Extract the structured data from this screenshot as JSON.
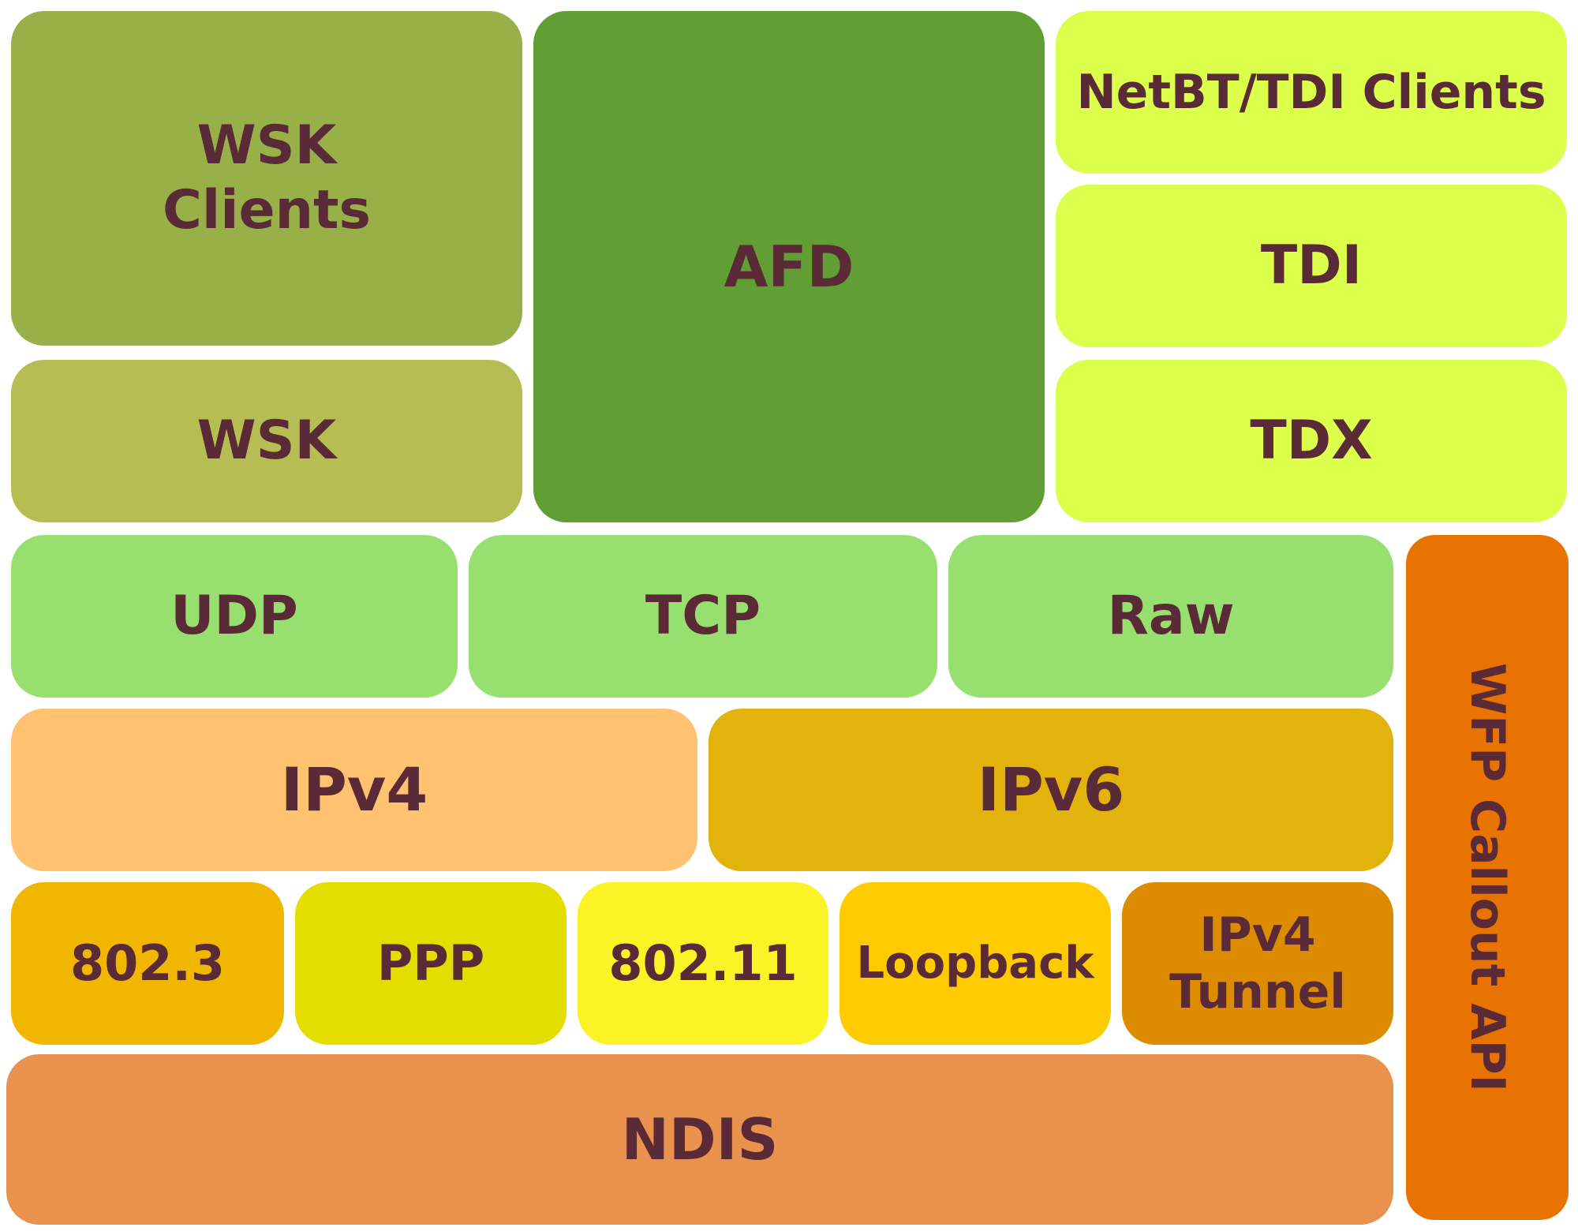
{
  "blocks": {
    "wsk_clients": {
      "label": "WSK\nClients",
      "color": "#98b048"
    },
    "wsk": {
      "label": "WSK",
      "color": "#b6bd52"
    },
    "afd": {
      "label": "AFD",
      "color": "#619e33"
    },
    "netbt_tdi_clients": {
      "label": "NetBT/TDI Clients",
      "color": "#dbff4a"
    },
    "tdi": {
      "label": "TDI",
      "color": "#dbff4a"
    },
    "tdx": {
      "label": "TDX",
      "color": "#dbff4a"
    },
    "udp": {
      "label": "UDP",
      "color": "#97df6f"
    },
    "tcp": {
      "label": "TCP",
      "color": "#97df6f"
    },
    "raw": {
      "label": "Raw",
      "color": "#97df6f"
    },
    "ipv4": {
      "label": "IPv4",
      "color": "#ffc271"
    },
    "ipv6": {
      "label": "IPv6",
      "color": "#e2b20d"
    },
    "e8023": {
      "label": "802.3",
      "color": "#f1b600"
    },
    "ppp": {
      "label": "PPP",
      "color": "#e3dd00"
    },
    "e80211": {
      "label": "802.11",
      "color": "#fcf326"
    },
    "loopback": {
      "label": "Loopback",
      "color": "#fdcb00"
    },
    "ipv4_tunnel": {
      "label": "IPv4\nTunnel",
      "color": "#dd8b00"
    },
    "ndis": {
      "label": "NDIS",
      "color": "#e9924d"
    },
    "wfp_callout_api": {
      "label": "WFP Callout API",
      "color": "#e97300"
    }
  }
}
